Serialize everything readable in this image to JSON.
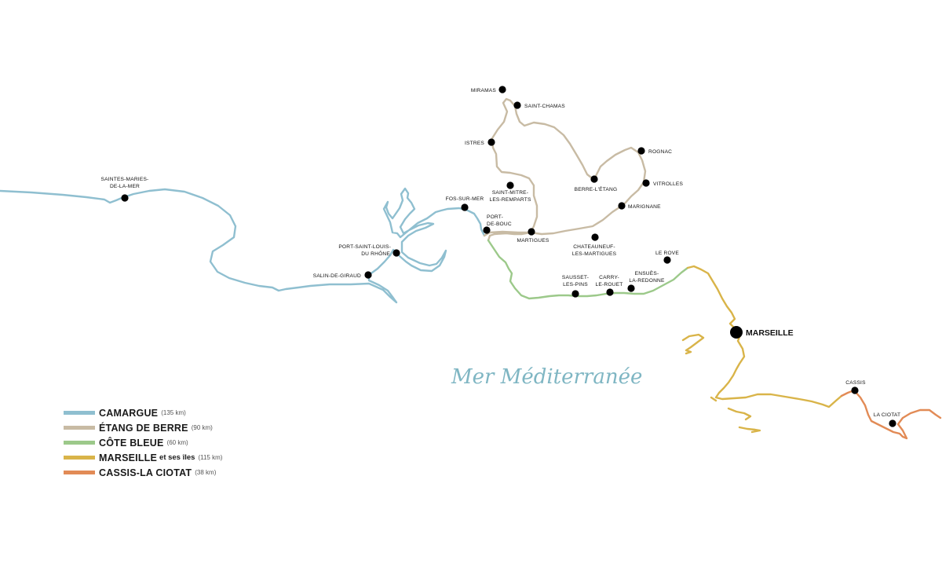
{
  "sea_label": "Mer Méditerranée",
  "colors": {
    "camargue": "#8fbfd0",
    "berre": "#c8bba4",
    "cote_bleue": "#9cc98a",
    "marseille": "#d9b449",
    "cassis": "#e28b56",
    "town_dot": "#000000"
  },
  "legend": [
    {
      "name": "CAMARGUE",
      "extra": "",
      "length": "(135 km)"
    },
    {
      "name": "ÉTANG DE BERRE",
      "extra": "",
      "length": "(90 km)"
    },
    {
      "name": "CÔTE BLEUE",
      "extra": "",
      "length": "(60 km)"
    },
    {
      "name": "MARSEILLE",
      "extra": "et ses îles",
      "length": "(115 km)"
    },
    {
      "name": "CASSIS-LA CIOTAT",
      "extra": "",
      "length": "(38 km)"
    }
  ],
  "towns": {
    "saintes_maries": [
      "SAINTES-MARIES-",
      "DE-LA-MER"
    ],
    "port_saint_louis": [
      "PORT-SAINT-LOUIS-",
      "DU RHÔNE"
    ],
    "salin_de_giraud": "SALIN-DE-GIRAUD",
    "fos_sur_mer": "FOS-SUR-MER",
    "port_de_bouc": [
      "PORT-",
      "DE-BOUC"
    ],
    "saint_mitre": [
      "SAINT-MITRE-",
      "LES-REMPARTS"
    ],
    "martigues": "MARTIGUES",
    "miramas": "MIRAMAS",
    "saint_chamas": "SAINT-CHAMAS",
    "istres": "ISTRES",
    "rognac": "ROGNAC",
    "vitrolles": "VITROLLES",
    "berre_l_etang": "BERRE-L'ÉTANG",
    "marignane": "MARIGNANE",
    "chateauneuf": [
      "CHATEAUNEUF-",
      "LES-MARTIGUES"
    ],
    "le_rove": "LE ROVE",
    "sausset": [
      "SAUSSET-",
      "LES-PINS"
    ],
    "carry": [
      "CARRY-",
      "LE-ROUET"
    ],
    "ensues": [
      "ENSUÈS-",
      "LA-REDONNE"
    ],
    "marseille": "MARSEILLE",
    "cassis": "CASSIS",
    "la_ciotat": "LA CIOTAT"
  }
}
